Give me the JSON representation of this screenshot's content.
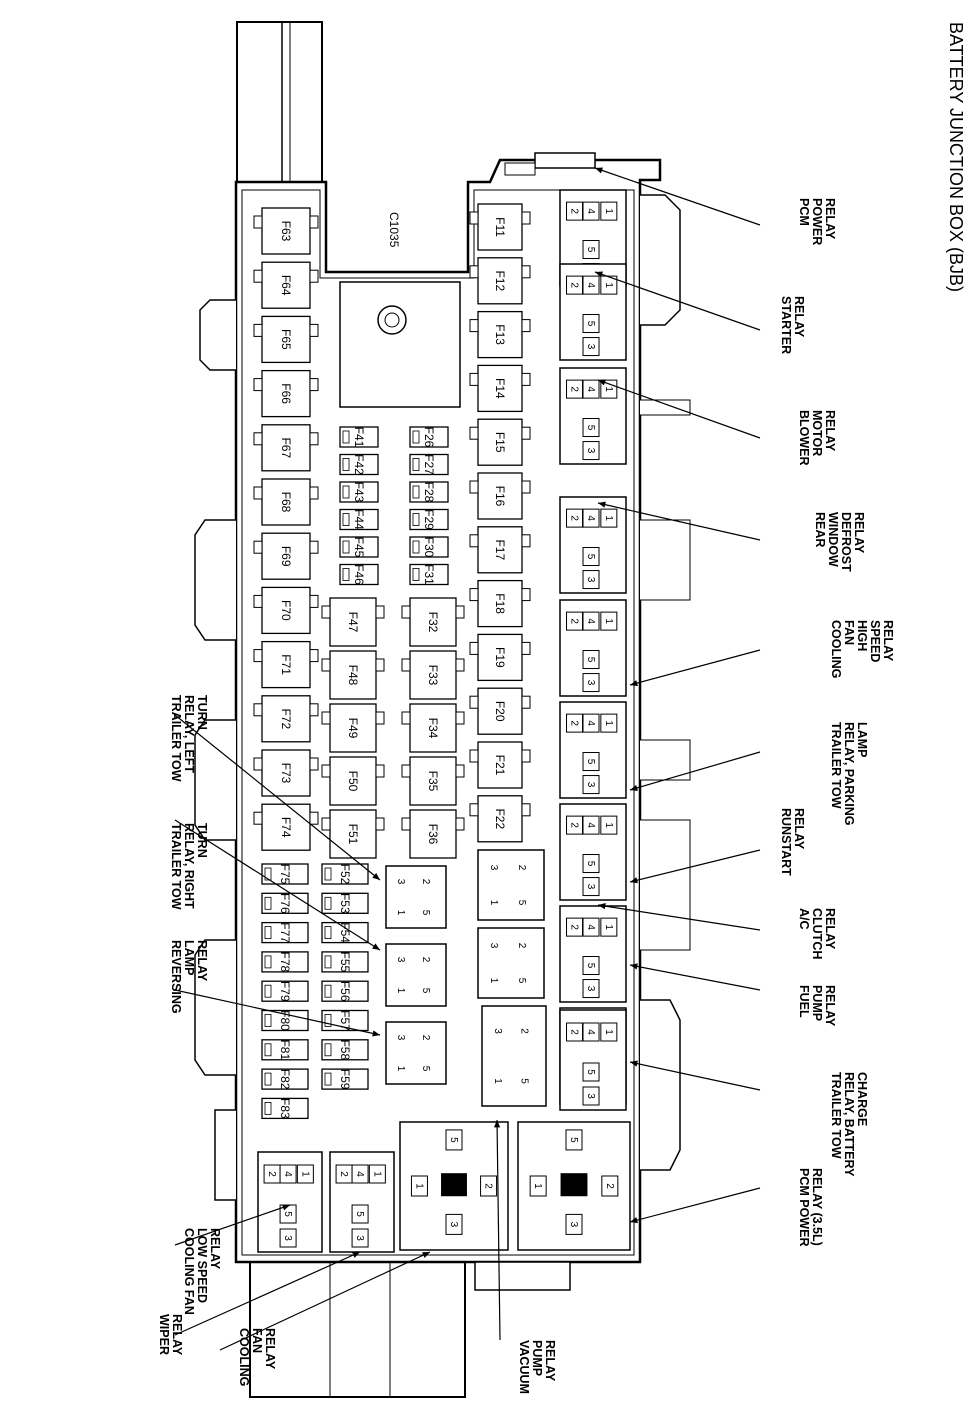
{
  "title": "BATTERY JUNCTION BOX (BJB)",
  "connector": "C1035",
  "fuses": {
    "col_f11_f22": [
      "F11",
      "F12",
      "F13",
      "F14",
      "F15",
      "F16",
      "F17",
      "F18",
      "F19",
      "F20",
      "F21",
      "F22"
    ],
    "col_f26_f31": [
      "F26",
      "F27",
      "F28",
      "F29",
      "F30",
      "F31"
    ],
    "col_f32_f36": [
      "F32",
      "F33",
      "F34",
      "F35",
      "F36"
    ],
    "col_f41_f46": [
      "F41",
      "F42",
      "F43",
      "F44",
      "F45",
      "F46"
    ],
    "col_f47_f51": [
      "F47",
      "F48",
      "F49",
      "F50",
      "F51"
    ],
    "col_f52_f59": [
      "F52",
      "F53",
      "F54",
      "F55",
      "F56",
      "F57",
      "F58",
      "F59"
    ],
    "col_f63_f74": [
      "F63",
      "F64",
      "F65",
      "F66",
      "F67",
      "F68",
      "F69",
      "F70",
      "F71",
      "F72",
      "F73",
      "F74"
    ],
    "col_f75_f83": [
      "F75",
      "F76",
      "F77",
      "F78",
      "F79",
      "F80",
      "F81",
      "F82",
      "F83"
    ]
  },
  "relay_pins": [
    "1",
    "2",
    "3",
    "4",
    "5"
  ],
  "labels": {
    "pcm_power_relay": "PCM POWER RELAY",
    "starter_relay": "STARTER RELAY",
    "blower_motor_relay": "BLOWER MOTOR RELAY",
    "rear_window_defrost_relay": "REAR WINDOW DEFROST RELAY",
    "cooling_fan_high_speed_relay": "COOLING FAN HIGH SPEED RELAY",
    "trailer_tow_relay_parking_lamp": "TRAILER TOW RELAY, PARKING LAMP",
    "runstart_relay": "RUNSTART RELAY",
    "ac_clutch_relay": "A/C CLUTCH RELAY",
    "fuel_pump_relay": "FUEL PUMP RELAY",
    "trailer_tow_relay_battery_charge": "TRAILER TOW RELAY, BATTERY CHARGE",
    "pcm_power_relay_35l": "PCM POWER RELAY (3.5L)",
    "trailer_tow_relay_left_turn": "TRAILER TOW RELAY, LEFT TURN",
    "trailer_tow_relay_right_turn": "TRAILER TOW RELAY, RIGHT TURN",
    "reversing_lamp_relay": "REVERSING LAMP RELAY",
    "cooling_fan_low_speed_relay": "COOLING FAN LOW SPEED RELAY",
    "wiper_relay": "WIPER RELAY",
    "cooling_fan_relay": "COOLING FAN RELAY",
    "vacuum_pump_relay": "VACUUM PUMP RELAY"
  }
}
